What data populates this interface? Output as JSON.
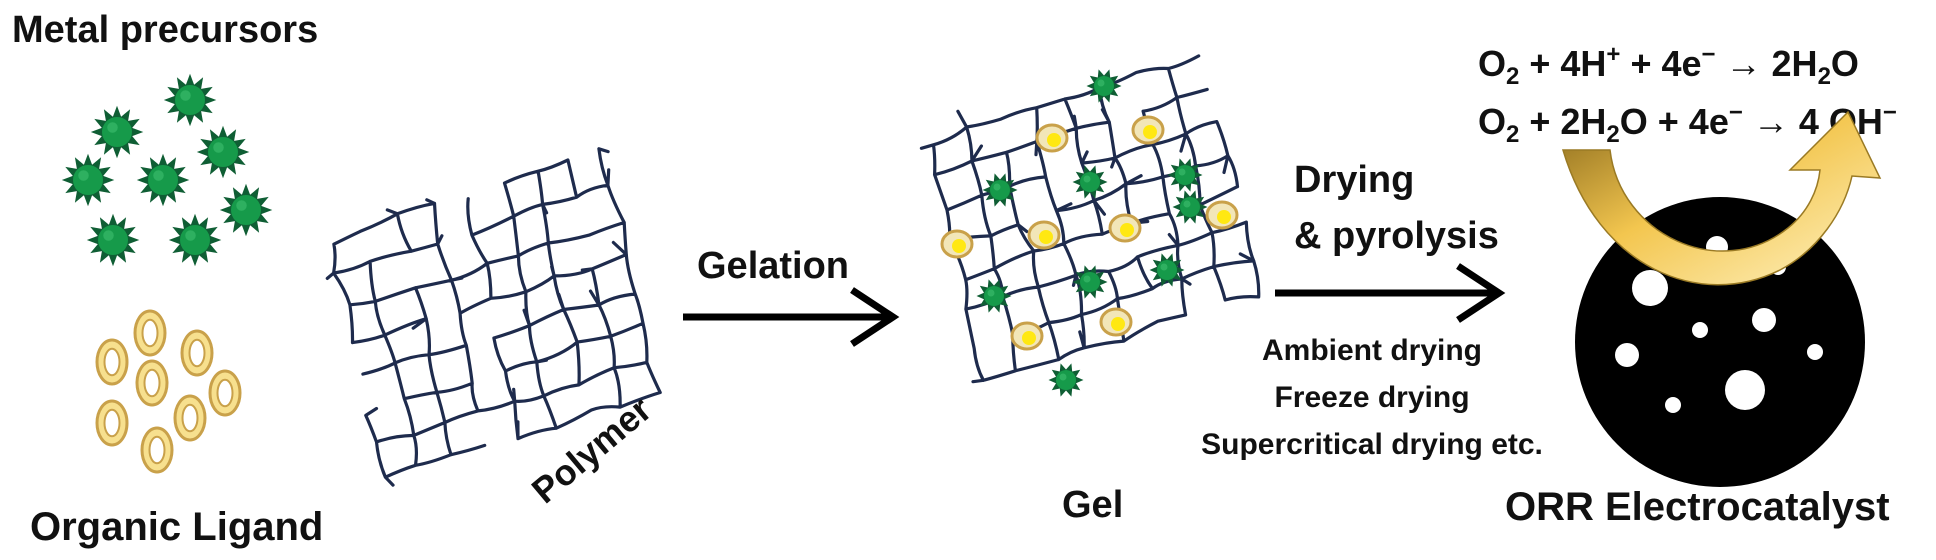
{
  "labels": {
    "metal_precursors": "Metal precursors",
    "organic_ligand": "Organic Ligand",
    "polymer": "Polymer",
    "gelation": "Gelation",
    "gel": "Gel",
    "drying_line1": "Drying",
    "drying_line2": "& pyrolysis",
    "method_1": "Ambient drying",
    "method_2": "Freeze drying",
    "method_3": "Supercritical drying etc.",
    "catalyst": "ORR Electrocatalyst"
  },
  "equations": {
    "eq1": {
      "o": "O",
      "o_sub": "2",
      "a": " + 4H",
      "a_sup": "+",
      "b": " + 4e",
      "b_sup": "−",
      "c": " → 2H",
      "c_sub": "2",
      "d": "O"
    },
    "eq2": {
      "o": "O",
      "o_sub": "2",
      "a": " + 2H",
      "a_sub": "2",
      "b": "O + 4e",
      "b_sup": "−",
      "c": " → 4 OH",
      "c_sup": "−"
    }
  },
  "colors": {
    "metal_green": "#169a4a",
    "metal_spike": "#0f5e34",
    "ligand_fill": "#f7e08e",
    "ligand_stroke": "#c9a14a",
    "network": "#1e2b4d",
    "arrow": "#000000",
    "catalyst": "#000000",
    "curved_arrow": "#f2c04a"
  }
}
